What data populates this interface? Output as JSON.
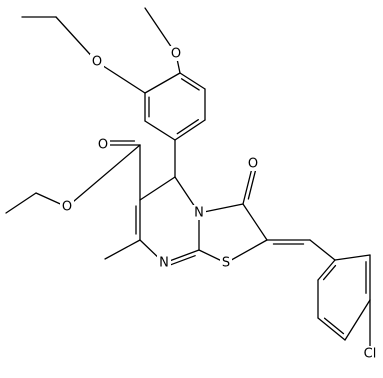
{
  "structure": {
    "atoms": [
      {
        "id": "O_ethoxy",
        "label": "O"
      },
      {
        "id": "O_methoxy",
        "label": "O"
      },
      {
        "id": "O_carbonyl_ester",
        "label": "O"
      },
      {
        "id": "O_ester",
        "label": "O"
      },
      {
        "id": "O_ketone",
        "label": "O"
      },
      {
        "id": "N_ring",
        "label": "N"
      },
      {
        "id": "N_imine",
        "label": "N"
      },
      {
        "id": "S_ring",
        "label": "S"
      },
      {
        "id": "Cl",
        "label": "Cl"
      }
    ],
    "colors": {
      "bond": "#000000",
      "text": "#000000",
      "background": "#ffffff"
    }
  }
}
